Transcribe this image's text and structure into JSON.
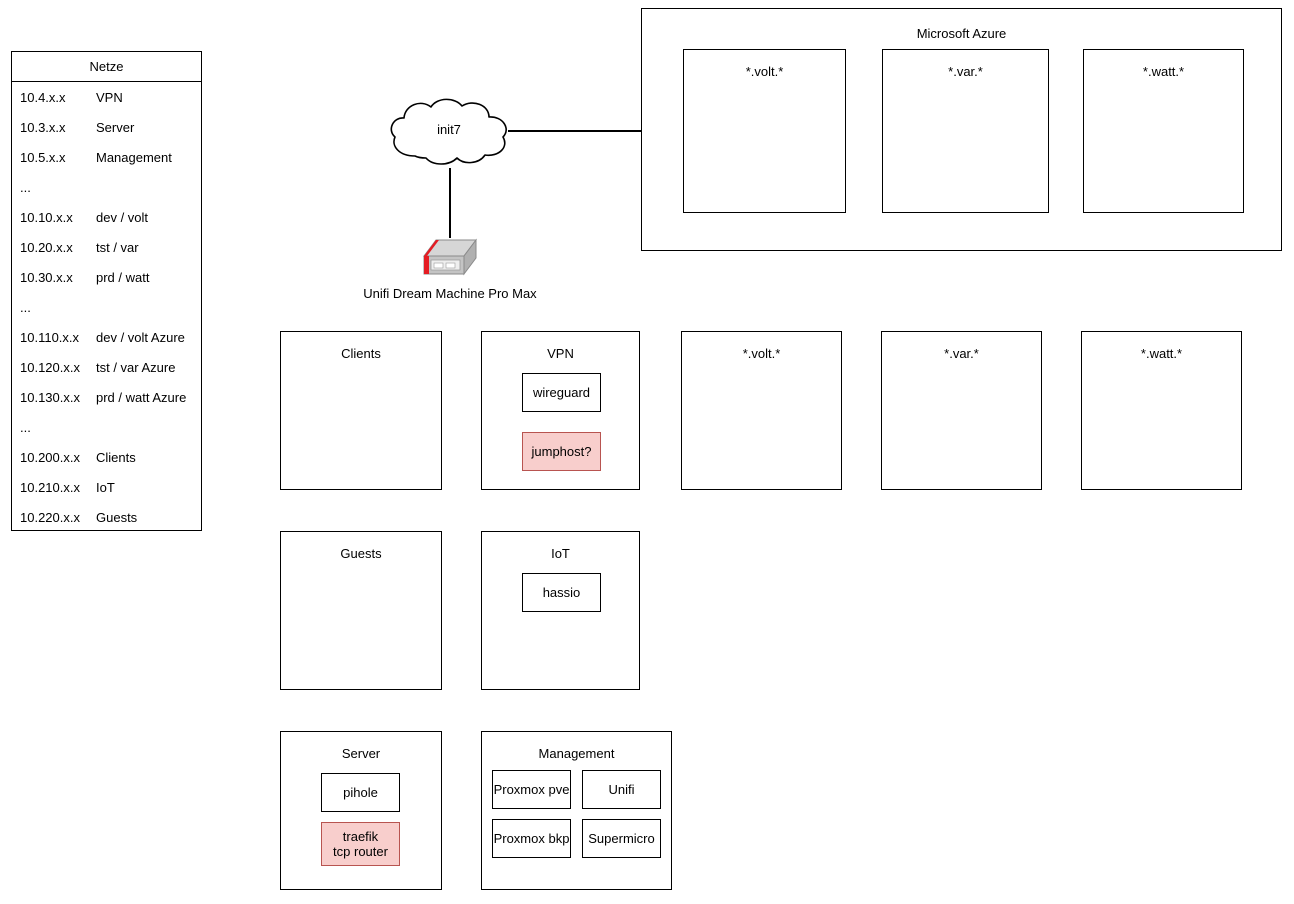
{
  "netze": {
    "title": "Netze",
    "rows": [
      {
        "cidr": "10.4.x.x",
        "name": "VPN"
      },
      {
        "cidr": "10.3.x.x",
        "name": "Server"
      },
      {
        "cidr": "10.5.x.x",
        "name": "Management"
      },
      {
        "cidr": "...",
        "name": ""
      },
      {
        "cidr": "10.10.x.x",
        "name": "dev / volt"
      },
      {
        "cidr": "10.20.x.x",
        "name": "tst / var"
      },
      {
        "cidr": "10.30.x.x",
        "name": "prd / watt"
      },
      {
        "cidr": "...",
        "name": ""
      },
      {
        "cidr": "10.110.x.x",
        "name": "dev / volt Azure"
      },
      {
        "cidr": "10.120.x.x",
        "name": "tst / var Azure"
      },
      {
        "cidr": "10.130.x.x",
        "name": "prd / watt Azure"
      },
      {
        "cidr": "...",
        "name": ""
      },
      {
        "cidr": "10.200.x.x",
        "name": "Clients"
      },
      {
        "cidr": "10.210.x.x",
        "name": "IoT"
      },
      {
        "cidr": "10.220.x.x",
        "name": "Guests"
      }
    ]
  },
  "azure": {
    "title": "Microsoft Azure",
    "zones": [
      {
        "title": "*.volt.*"
      },
      {
        "title": "*.var.*"
      },
      {
        "title": "*.watt.*"
      }
    ]
  },
  "internet": {
    "cloud_label": "init7",
    "cloud_icon": "cloud-icon"
  },
  "router": {
    "label": "Unifi Dream Machine Pro Max",
    "icon": "firewall-appliance-icon"
  },
  "vlans": {
    "clients": {
      "title": "Clients",
      "nodes": []
    },
    "vpn": {
      "title": "VPN",
      "nodes": [
        {
          "label": "wireguard",
          "style": "plain"
        },
        {
          "label": "jumphost?",
          "style": "pink"
        }
      ]
    },
    "volt": {
      "title": "*.volt.*",
      "nodes": []
    },
    "var": {
      "title": "*.var.*",
      "nodes": []
    },
    "watt": {
      "title": "*.watt.*",
      "nodes": []
    },
    "guests": {
      "title": "Guests",
      "nodes": []
    },
    "iot": {
      "title": "IoT",
      "nodes": [
        {
          "label": "hassio",
          "style": "plain"
        }
      ]
    },
    "server": {
      "title": "Server",
      "nodes": [
        {
          "label": "pihole",
          "style": "plain"
        },
        {
          "label": "traefik\ntcp router",
          "style": "pink"
        }
      ]
    },
    "management": {
      "title": "Management",
      "nodes": [
        {
          "label": "Proxmox pve",
          "style": "plain"
        },
        {
          "label": "Unifi",
          "style": "plain"
        },
        {
          "label": "Proxmox bkp",
          "style": "plain"
        },
        {
          "label": "Supermicro",
          "style": "plain"
        }
      ]
    }
  },
  "colors": {
    "stroke": "#000000",
    "background": "#ffffff",
    "highlight_fill": "#f8cecc",
    "highlight_stroke": "#b85450",
    "device_body": "#c0c0c0",
    "device_accent": "#e51c23"
  }
}
